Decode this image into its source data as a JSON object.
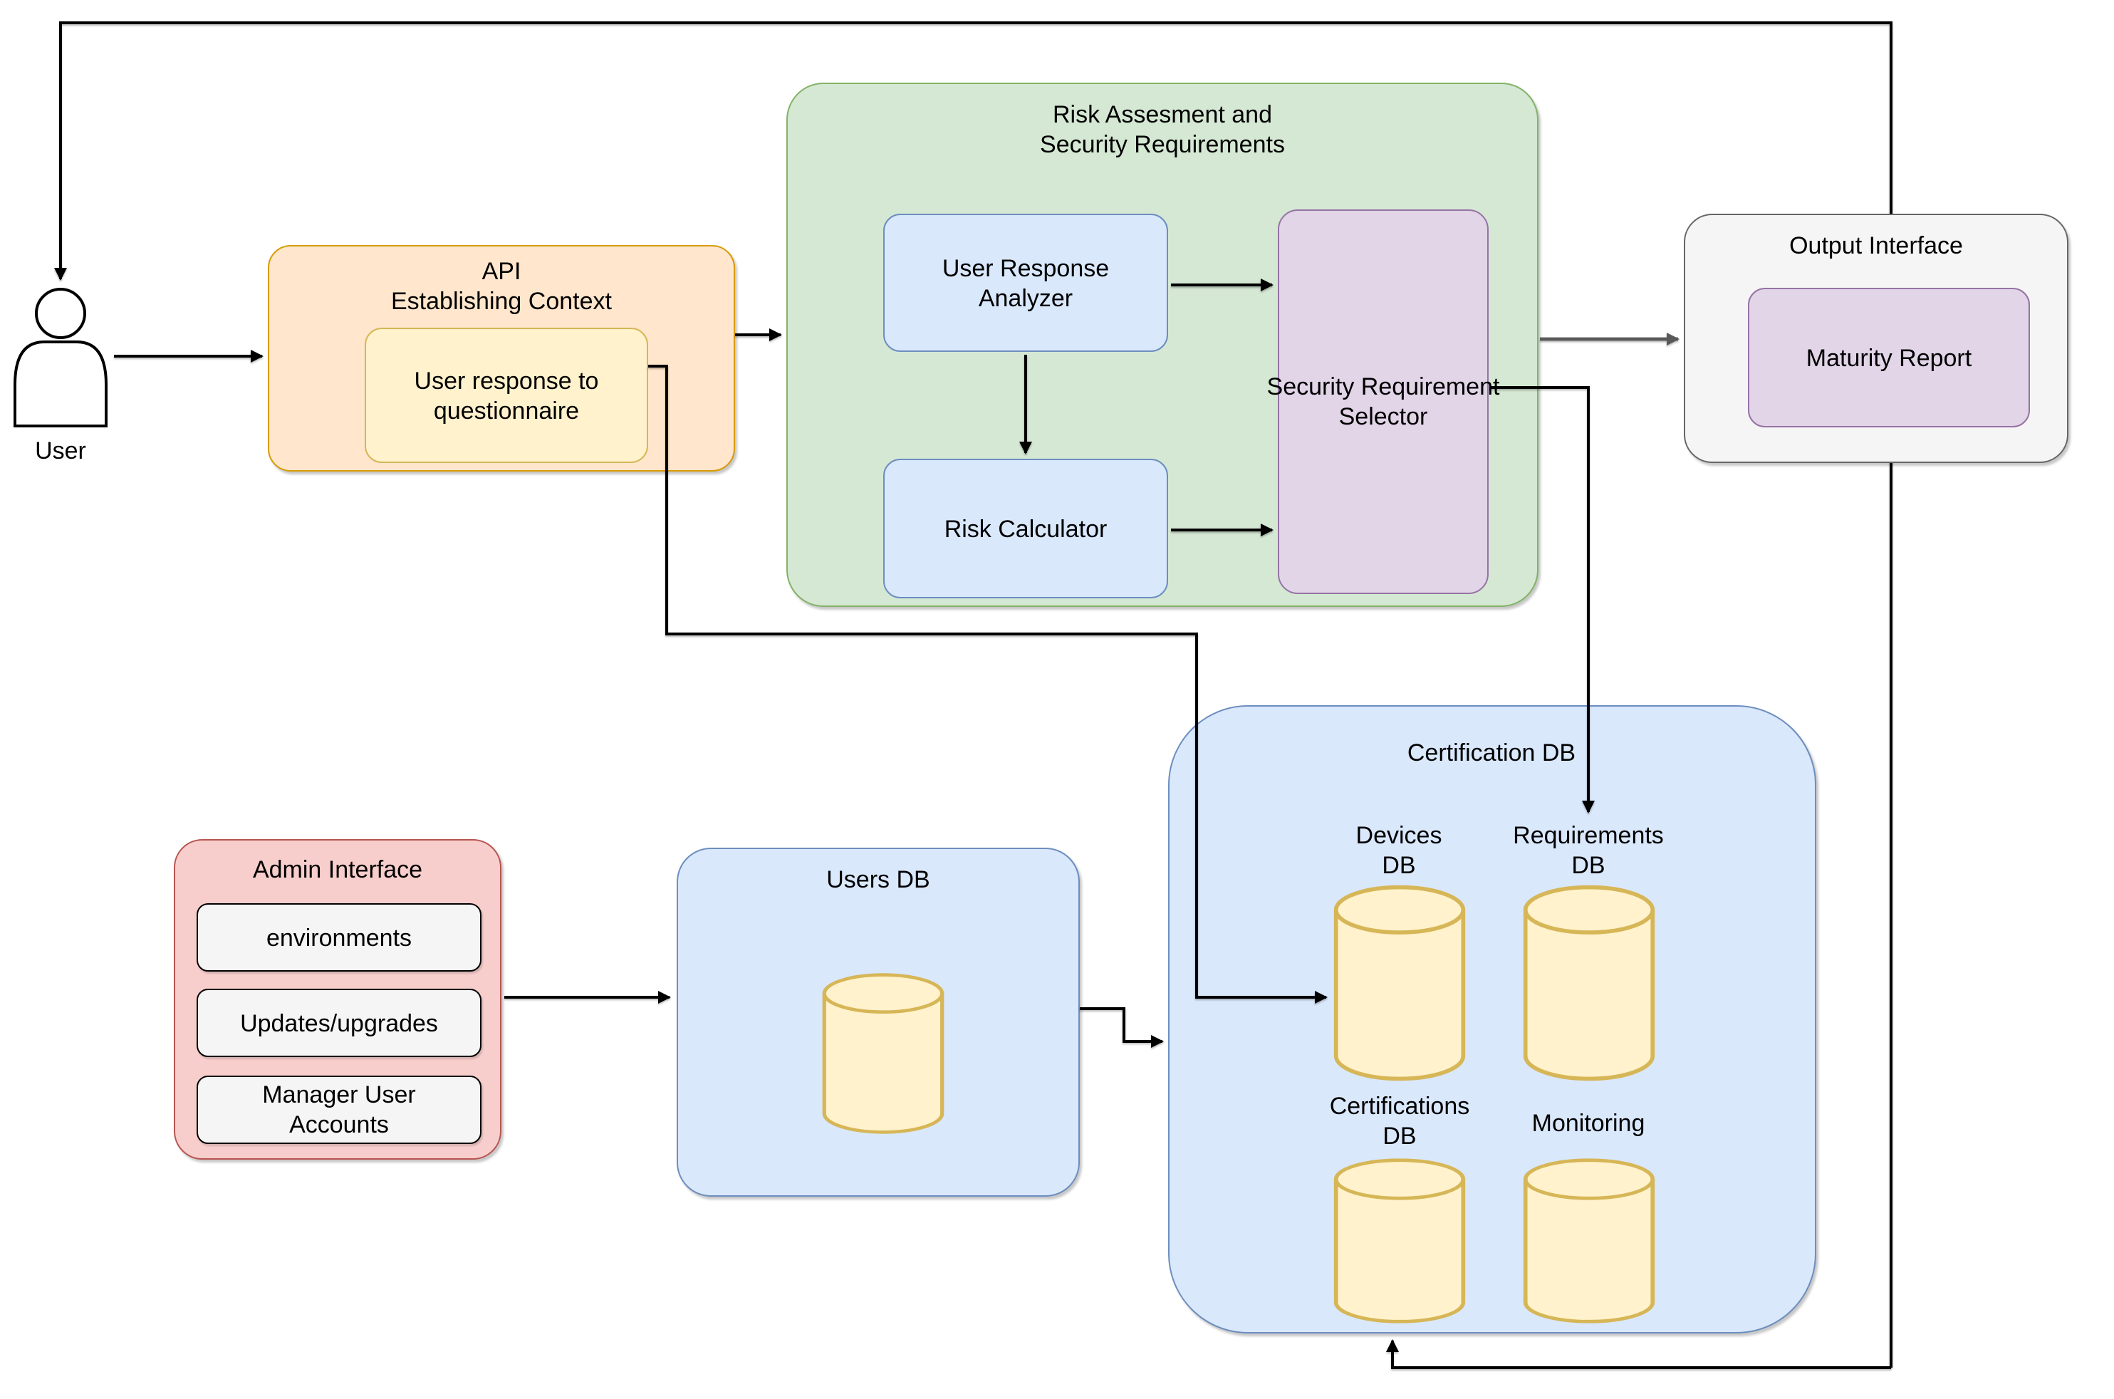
{
  "nodes": {
    "user": {
      "label": "User"
    },
    "api": {
      "title_line1": "API",
      "title_line2": "Establishing Context",
      "questionnaire": "User response to questionnaire"
    },
    "risk_assessment": {
      "title": "Risk Assesment and Security Requirements",
      "analyzer": "User Response Analyzer",
      "calculator": "Risk Calculator",
      "selector": "Security Requirement Selector"
    },
    "output_interface": {
      "title": "Output Interface",
      "report": "Maturity Report"
    },
    "admin_interface": {
      "title": "Admin Interface",
      "items": [
        "environments",
        "Updates/upgrades",
        "Manager User Accounts"
      ]
    },
    "users_db": {
      "title": "Users DB"
    },
    "certification_db": {
      "title": "Certification DB",
      "devices": "Devices DB",
      "requirements": "Requirements DB",
      "certifications": "Certifications DB",
      "monitoring": "Monitoring"
    }
  },
  "edges": [
    "User -> API Establishing Context",
    "User response to questionnaire -> Devices DB",
    "API -> Risk Assesment and Security Requirements",
    "User Response Analyzer -> Security Requirement Selector",
    "User Response Analyzer -> Risk Calculator",
    "Risk Calculator -> Security Requirement Selector",
    "Risk Assesment and Security Requirements -> Output Interface",
    "Security Requirement Selector -> Requirements DB",
    "Admin Interface -> Users DB",
    "Users DB -> Certification DB",
    "Output Interface -> User (feedback loop, top)",
    "Output Interface -> Certifications DB (feedback loop, bottom)"
  ],
  "colors": {
    "api_fill": "#ffe6cc",
    "api_stroke": "#d79b00",
    "yellow_fill": "#fff2cc",
    "yellow_stroke": "#d6b656",
    "green_fill": "#d5e8d4",
    "green_stroke": "#82b366",
    "blue_fill": "#dae8fc",
    "blue_stroke": "#6c8ebf",
    "purple_fill": "#e1d5e7",
    "purple_stroke": "#9673a6",
    "red_fill": "#f8cecc",
    "red_stroke": "#b85450",
    "gray_fill": "#f5f5f5",
    "gray_stroke": "#666666",
    "connector": "#000000",
    "connector_gray": "#595959"
  }
}
